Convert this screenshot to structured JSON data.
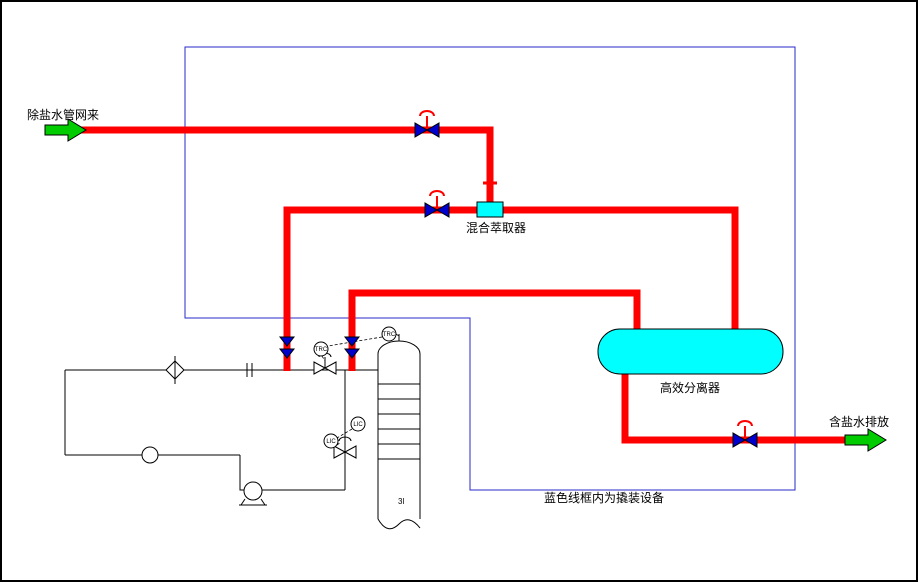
{
  "colors": {
    "pipe": "#ff0000",
    "vessel_fill": "#00ffff",
    "boundary": "#2929c8",
    "arrow_fill": "#00cc00",
    "valve_body": "#0000cd",
    "equipment_line": "#000000",
    "background": "#ffffff"
  },
  "labels": {
    "inlet": "除盐水管网来",
    "mixer": "混合萃取器",
    "separator": "高效分离器",
    "outlet": "含盐水排放",
    "skid_note": "蓝色线框内为撬装设备",
    "column_mark": "3l"
  },
  "instruments": {
    "c1": "TRC",
    "c2": "TRC",
    "c3": "LIC",
    "c4": "LIC"
  }
}
